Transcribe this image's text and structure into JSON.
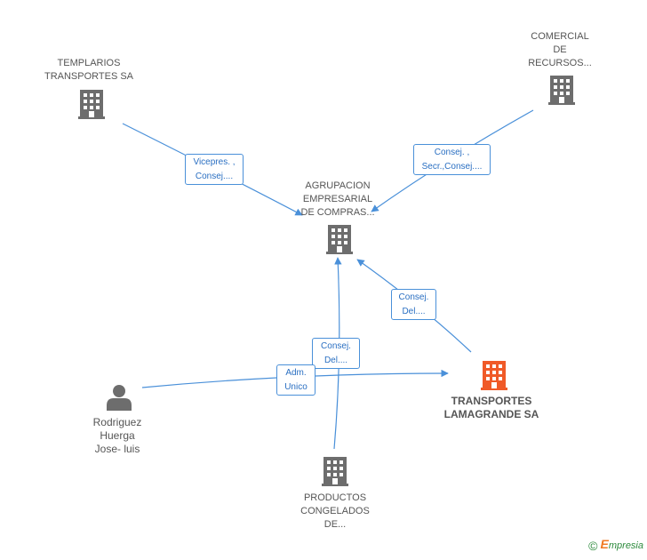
{
  "nodes": {
    "templarios": {
      "lines": [
        "TEMPLARIOS",
        "TRANSPORTES SA"
      ]
    },
    "comercial": {
      "lines": [
        "COMERCIAL",
        "DE",
        "RECURSOS..."
      ]
    },
    "agrupacion": {
      "lines": [
        "AGRUPACION",
        "EMPRESARIAL",
        "DE COMPRAS..."
      ]
    },
    "lamagrande": {
      "lines": [
        "TRANSPORTES",
        "LAMAGRANDE SA"
      ]
    },
    "rodriguez": {
      "lines": [
        "Rodriguez",
        "Huerga",
        "Jose- luis"
      ]
    },
    "productos": {
      "lines": [
        "PRODUCTOS",
        "CONGELADOS",
        "DE..."
      ]
    }
  },
  "edges": {
    "templarios_agrupacion": {
      "lines": [
        "Vicepres. ,",
        "Consej...."
      ]
    },
    "comercial_agrupacion": {
      "lines": [
        "Consej. ,",
        "Secr.,Consej...."
      ]
    },
    "lamagrande_agrupacion": {
      "lines": [
        "Consej.",
        "Del...."
      ]
    },
    "productos_agrupacion": {
      "lines": [
        "Consej.",
        "Del...."
      ]
    },
    "rodriguez_lamagrande": {
      "lines": [
        "Adm.",
        "Unico"
      ]
    }
  },
  "colors": {
    "company": "#6d6d6d",
    "focus_company": "#f05a28",
    "person": "#6d6d6d",
    "edge": "#4a90d9"
  },
  "footer": {
    "copyright": "©",
    "brand_initial": "E",
    "brand_rest": "mpresia"
  }
}
